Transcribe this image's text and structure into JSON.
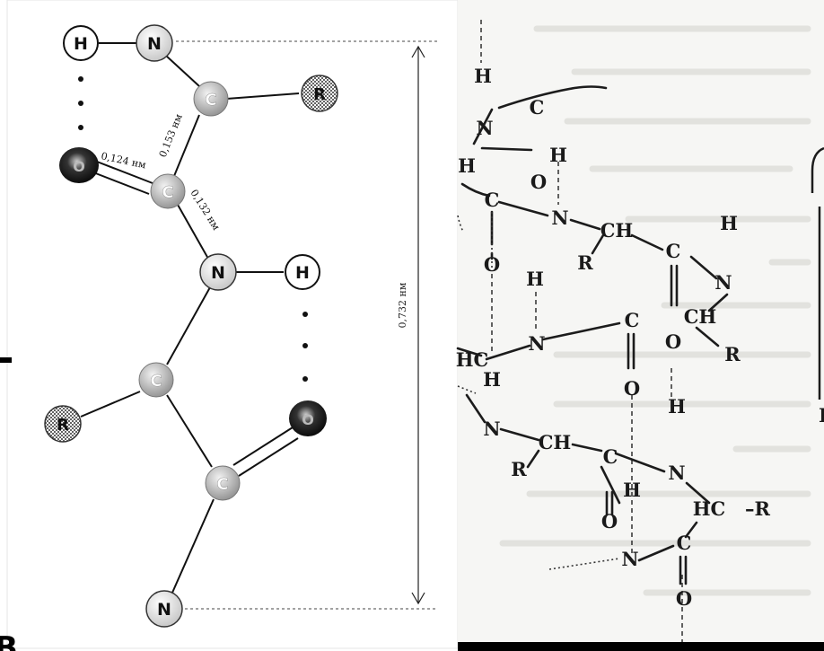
{
  "left_panel": {
    "atoms": {
      "n_top": "N",
      "h_top": "H",
      "c_alpha1": "C",
      "r1": "R",
      "o1": "O",
      "c_carbonyl1": "C",
      "n_mid": "N",
      "h_mid": "H",
      "c_alpha2": "C",
      "r2": "R",
      "o2": "O",
      "c_carbonyl2": "C",
      "n_bottom": "N"
    },
    "bond_labels": {
      "co": "0,124 нм",
      "cc": "0,153 нм",
      "cn": "0,132 нм"
    },
    "dimension_label": "0,732 нм",
    "colors": {
      "nitrogen_fill": "#d8d8d8",
      "carbon_fill": "#bdbdbd",
      "oxygen_fill": "#111111",
      "hydrogen_fill": "#ffffff",
      "r_fill": "#9a9a9a"
    }
  },
  "right_panel": {
    "labels": {
      "h1": "H",
      "n1": "N",
      "c1": "C",
      "h2": "H",
      "h3": "H",
      "c2": "C",
      "o1": "O",
      "n2": "N",
      "o2": "O",
      "ch1": "CH",
      "c3": "C",
      "r1": "R",
      "h4": "H",
      "n3": "N",
      "h5": "H",
      "c4": "C",
      "ch2": "CH",
      "n4": "N",
      "hc1": "HC",
      "o3": "O",
      "r2": "R",
      "h6": "H",
      "o4": "O",
      "h7": "H",
      "n5": "N",
      "ch3": "CH",
      "c5": "C",
      "n6": "N",
      "r3": "R",
      "h8": "H",
      "hcr": "HC",
      "dash_r": "–R",
      "o5": "O",
      "c6": "C",
      "n7": "N",
      "o6": "O",
      "r_edge": "R"
    }
  },
  "corner_fragment": "B"
}
